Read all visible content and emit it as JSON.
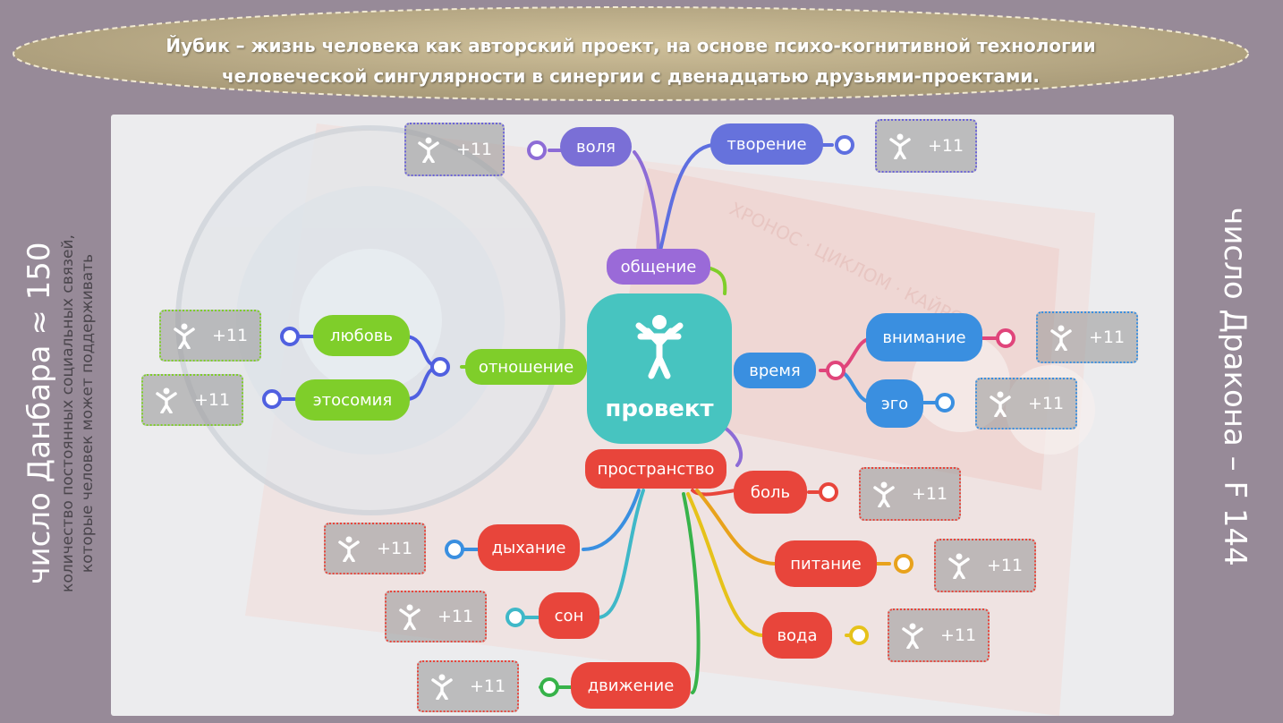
{
  "banner": {
    "line1": "Йубик – жизнь человека как авторский проект, на основе психо-когнитивной технологии",
    "line2": "человеческой сингулярности в синергии с двенадцатью друзьями-проектами."
  },
  "left_side": {
    "title": "число Данбара ≈ 150",
    "note_line1": "количество постоянных социальных связей,",
    "note_line2": "которые человек может поддерживать"
  },
  "right_side": {
    "title": "число Дракона – F 144"
  },
  "center": {
    "label": "провект"
  },
  "background_text": "ХРОНОС · ЦИКЛОМ · КАЙРОС",
  "card_label": "+11",
  "colors": {
    "teal": "#47c4c0",
    "purple": "#8d6cd6",
    "violet": "#7b6fd8",
    "green": "#7fce2a",
    "blue": "#3a8fe0",
    "red": "#e8453b",
    "pink": "#e0457b",
    "orange": "#e8a21c",
    "yellow": "#e6c21a",
    "cyan": "#3fb8c8",
    "dgreen": "#37b34a"
  },
  "branches": {
    "obshchenie": {
      "label": "общение"
    },
    "volya": {
      "label": "воля"
    },
    "tvorenie": {
      "label": "творение"
    },
    "otnoshenie": {
      "label": "отношение"
    },
    "lyubov": {
      "label": "любовь"
    },
    "etosomiya": {
      "label": "этосомия"
    },
    "vremya": {
      "label": "время"
    },
    "vnimanie": {
      "label": "внимание"
    },
    "ego": {
      "label": "эго"
    },
    "prostranstvo": {
      "label": "пространство"
    },
    "bol": {
      "label": "боль"
    },
    "pitanie": {
      "label": "питание"
    },
    "voda": {
      "label": "вода"
    },
    "dykhanie": {
      "label": "дыхание"
    },
    "son": {
      "label": "сон"
    },
    "dvizhenie": {
      "label": "движение"
    }
  }
}
